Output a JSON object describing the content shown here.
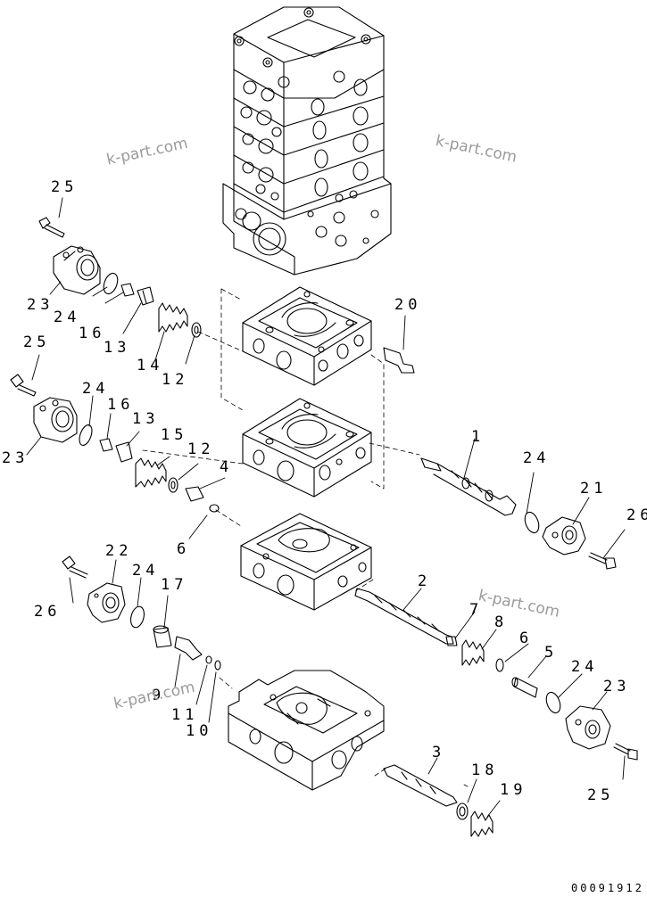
{
  "labels": {
    "l25a": "25",
    "l23a": "23",
    "l24a": "24",
    "l16a": "16",
    "l13a": "13",
    "l14": "14",
    "l12a": "12",
    "l20": "20",
    "l25b": "25",
    "l24b": "24",
    "l16b": "16",
    "l13b": "13",
    "l15": "15",
    "l12b": "12",
    "l4": "4",
    "l23b": "23",
    "l6a": "6",
    "l1": "1",
    "l24c": "24",
    "l21": "21",
    "l26a": "26",
    "l22": "22",
    "l24d": "24",
    "l17": "17",
    "l26b": "26",
    "l2": "2",
    "l7": "7",
    "l8": "8",
    "l6b": "6",
    "l5": "5",
    "l24e": "24",
    "l23c": "23",
    "l25c": "25",
    "l9": "9",
    "l11": "11",
    "l10": "10",
    "l3": "3",
    "l18": "18",
    "l19": "19"
  },
  "watermarks": {
    "w1": "k-part.com",
    "w2": "k-part.com",
    "w3": "k-part.com",
    "w4": "k-part.com"
  },
  "drawing_code": "00091912",
  "colors": {
    "line": "#000000",
    "watermark": "#9a9a9a",
    "background": "#ffffff"
  }
}
